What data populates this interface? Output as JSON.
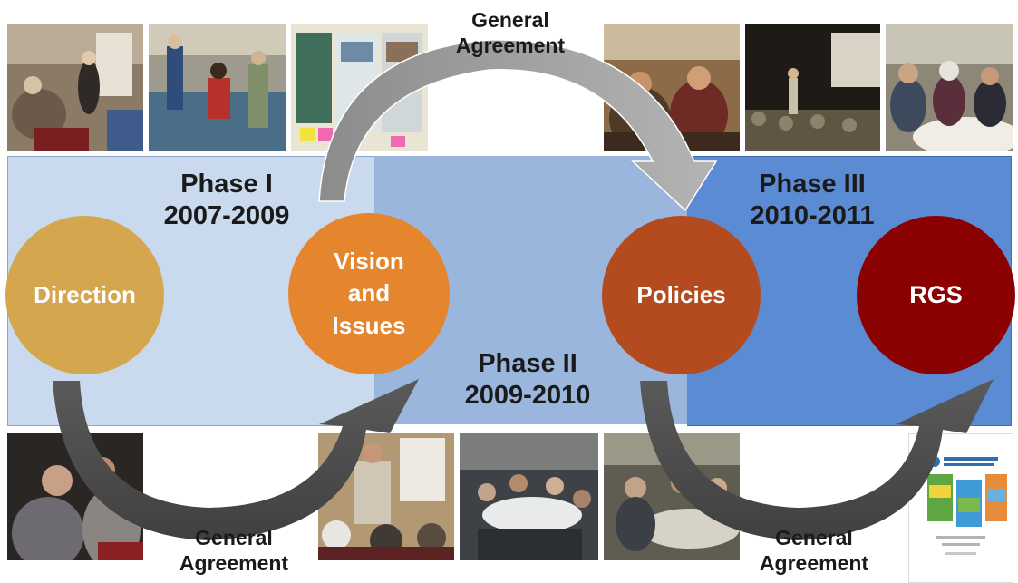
{
  "phases": [
    {
      "name": "Phase I",
      "years": "2007-2009"
    },
    {
      "name": "Phase II",
      "years": "2009-2010"
    },
    {
      "name": "Phase III",
      "years": "2010-2011"
    }
  ],
  "stages": [
    {
      "label_lines": [
        "Direction"
      ],
      "color": "#d4a74f"
    },
    {
      "label_lines": [
        "Vision",
        "and",
        "Issues"
      ],
      "color": "#e5862f"
    },
    {
      "label_lines": [
        "Policies"
      ],
      "color": "#b34b1f"
    },
    {
      "label_lines": [
        "RGS"
      ],
      "color": "#8b0000"
    }
  ],
  "agreements": {
    "top": [
      "General",
      "Agreement"
    ],
    "bottom_left": [
      "General",
      "Agreement"
    ],
    "bottom_right": [
      "General",
      "Agreement"
    ]
  },
  "colors": {
    "phase1_band": "#c9d9ee",
    "phase2_band": "#9bb6dd",
    "phase3_band": "#5b8bd2",
    "arrow_dark": "#4d4d4d",
    "arrow_light": "#9e9e9e"
  },
  "photos": [
    {
      "name": "photo-workshop-easel"
    },
    {
      "name": "photo-people-at-tables"
    },
    {
      "name": "photo-display-boards"
    },
    {
      "name": "photo-audience-seated"
    },
    {
      "name": "photo-presenter-hall"
    },
    {
      "name": "photo-roundtable-discussion"
    },
    {
      "name": "photo-meeting-men"
    },
    {
      "name": "photo-flipchart-presenter"
    },
    {
      "name": "photo-round-tables-room"
    },
    {
      "name": "photo-group-table-talk"
    },
    {
      "name": "photo-strategy-document-cover"
    }
  ]
}
